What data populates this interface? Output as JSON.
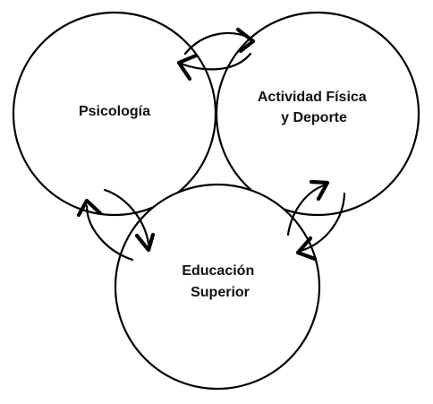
{
  "nodes": [
    {
      "id": "psicologia",
      "lines": [
        "Psicología"
      ]
    },
    {
      "id": "actividad-fisica",
      "lines": [
        "Actividad Física",
        "y Deporte"
      ]
    },
    {
      "id": "educacion-superior",
      "lines": [
        "Educación",
        "Superior"
      ]
    }
  ],
  "edges": [
    {
      "from": "psicologia",
      "to": "actividad-fisica",
      "direction": "bidirectional"
    },
    {
      "from": "psicologia",
      "to": "educacion-superior",
      "direction": "bidirectional"
    },
    {
      "from": "actividad-fisica",
      "to": "educacion-superior",
      "direction": "bidirectional"
    }
  ],
  "colors": {
    "stroke": "#000000",
    "fill": "#ffffff",
    "text": "#111111"
  }
}
